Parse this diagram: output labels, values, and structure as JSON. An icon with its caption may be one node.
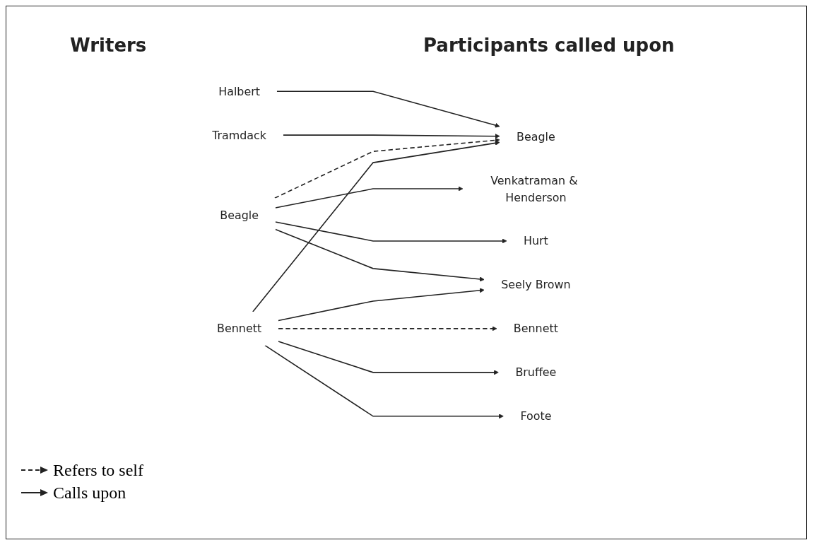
{
  "diagram": {
    "nodes": [
      {
        "text": [
          "Halbert"
        ]
      },
      {
        "text": [
          "Tramdack"
        ]
      },
      {
        "text": [
          "Beagle"
        ]
      },
      {
        "text": [
          "Bennett"
        ]
      },
      {
        "text": [
          "Beagle"
        ]
      },
      {
        "text": [
          "Venkatraman & Henderson"
        ]
      },
      {
        "text": [
          "Hurt"
        ]
      },
      {
        "text": [
          "Seely Brown"
        ]
      },
      {
        "text": [
          "Bennett"
        ]
      },
      {
        "text": [
          "Bruffee"
        ]
      },
      {
        "text": [
          "Foote"
        ]
      }
    ],
    "edges": [
      {
        "from": 0,
        "to": 4,
        "arrow": "to"
      },
      {
        "from": 1,
        "to": 4,
        "arrow": "to"
      },
      {
        "from": 2,
        "to": 4,
        "arrow": "to",
        "style": "dashed"
      },
      {
        "from": 2,
        "to": 5,
        "arrow": "to"
      },
      {
        "from": 2,
        "to": 6,
        "arrow": "to"
      },
      {
        "from": 2,
        "to": 7,
        "arrow": "to"
      },
      {
        "from": 3,
        "to": 4,
        "arrow": "to"
      },
      {
        "from": 3,
        "to": 7,
        "arrow": "to"
      },
      {
        "from": 3,
        "to": 8,
        "arrow": "to",
        "style": "dashed"
      },
      {
        "from": 3,
        "to": 9,
        "arrow": "to"
      },
      {
        "from": 3,
        "to": 10,
        "arrow": "to"
      }
    ],
    "labels": [
      "Writers",
      "Participants called upon"
    ],
    "legend": [
      {
        "text": "Refers to self"
      },
      {
        "text": "Calls upon"
      }
    ]
  }
}
